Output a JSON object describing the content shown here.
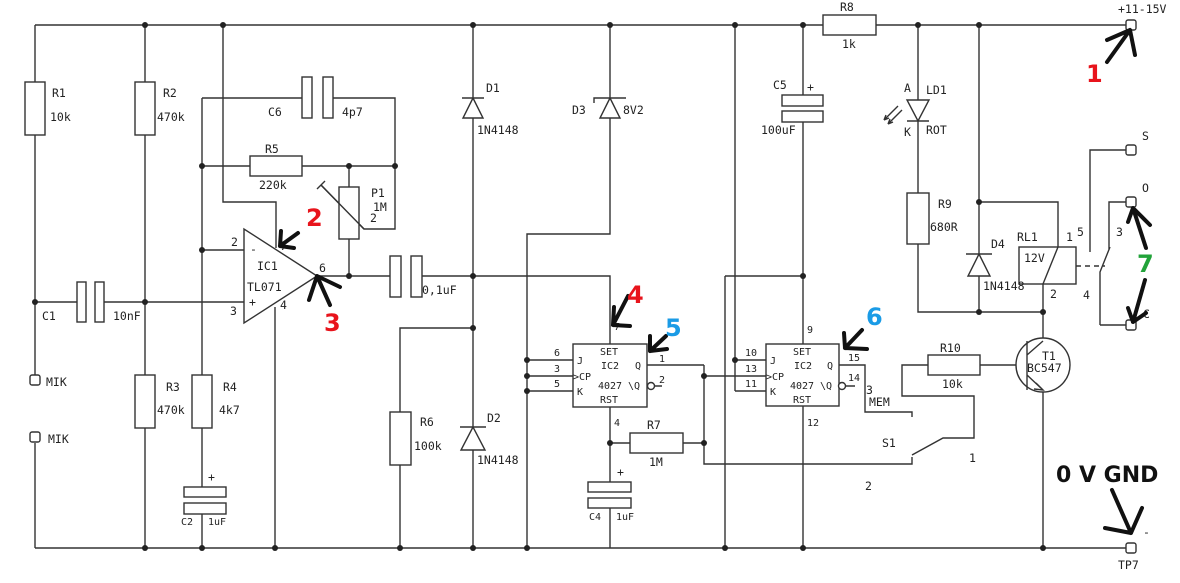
{
  "supply": {
    "label": "+11-15V",
    "ground_label": "0 V GND",
    "ground_terminal": "TP7",
    "ground_sign": "-"
  },
  "components": {
    "R1": {
      "ref": "R1",
      "value": "10k"
    },
    "R2": {
      "ref": "R2",
      "value": "470k"
    },
    "R3": {
      "ref": "R3",
      "value": "470k"
    },
    "R4": {
      "ref": "R4",
      "value": "4k7"
    },
    "R5": {
      "ref": "R5",
      "value": "220k"
    },
    "R6": {
      "ref": "R6",
      "value": "100k"
    },
    "R7": {
      "ref": "R7",
      "value": "1M"
    },
    "R8": {
      "ref": "R8",
      "value": "1k"
    },
    "R9": {
      "ref": "R9",
      "value": "680R"
    },
    "R10": {
      "ref": "R10",
      "value": "10k"
    },
    "P1": {
      "ref": "P1",
      "value": "1M",
      "pin": "2"
    },
    "C1": {
      "ref": "C1",
      "value": "10nF"
    },
    "C2": {
      "ref": "C2",
      "value": "1uF",
      "polarity": "+"
    },
    "C3": {
      "value": "0,1uF"
    },
    "C4": {
      "ref": "C4",
      "value": "1uF",
      "polarity": "+"
    },
    "C5": {
      "ref": "C5",
      "value": "100uF",
      "polarity": "+"
    },
    "C6": {
      "ref": "C6",
      "value": "4p7"
    },
    "D1": {
      "ref": "D1",
      "value": "1N4148"
    },
    "D2": {
      "ref": "D2",
      "value": "1N4148"
    },
    "D3": {
      "ref": "D3",
      "value": "8V2"
    },
    "D4": {
      "ref": "D4",
      "value": "1N4148"
    },
    "LD1": {
      "ref": "LD1",
      "value": "ROT",
      "anode": "A",
      "cathode": "K"
    },
    "IC1": {
      "ref": "IC1",
      "value": "TL071",
      "minus": "-",
      "plus": "+",
      "pins": {
        "inv": "2",
        "noninv": "3",
        "vcc": "7",
        "vee": "4",
        "out": "6"
      }
    },
    "IC2a": {
      "set": "SET",
      "ref": "IC2",
      "q": "Q",
      "cp": ">CP",
      "value": "4027",
      "nq": "\\Q",
      "j": "J",
      "k": "K",
      "rst": "RST",
      "pins": {
        "j": "6",
        "cp": "3",
        "k": "5",
        "q": "1",
        "nq": "2",
        "set": "7",
        "rst": "4"
      }
    },
    "IC2b": {
      "set": "SET",
      "ref": "IC2",
      "q": "Q",
      "cp": ">CP",
      "value": "4027",
      "nq": "\\Q",
      "j": "J",
      "k": "K",
      "rst": "RST",
      "pins": {
        "j": "10",
        "cp": "13",
        "k": "11",
        "q": "15",
        "nq": "14",
        "set": "9",
        "rst": "12"
      }
    },
    "T1": {
      "ref": "T1",
      "value": "BC547"
    },
    "RL1": {
      "ref": "RL1",
      "value": "12V",
      "pins": {
        "p1": "1",
        "p2": "2",
        "p3": "3",
        "p4": "4",
        "p5": "5"
      }
    },
    "S1": {
      "ref": "S1",
      "mem": "MEM",
      "pins": {
        "p1": "1",
        "p2": "2",
        "p3": "3"
      }
    }
  },
  "terminals": {
    "mic1": "MIK",
    "mic2": "MIK",
    "relay_s": "S",
    "relay_o": "O",
    "relay_c": "C"
  },
  "annotations": [
    {
      "text": "1",
      "color": "#e8141c"
    },
    {
      "text": "2",
      "color": "#e8141c"
    },
    {
      "text": "3",
      "color": "#e8141c"
    },
    {
      "text": "4",
      "color": "#e8141c"
    },
    {
      "text": "5",
      "color": "#1a9be6"
    },
    {
      "text": "6",
      "color": "#1a9be6"
    },
    {
      "text": "7",
      "color": "#22a33a"
    }
  ]
}
